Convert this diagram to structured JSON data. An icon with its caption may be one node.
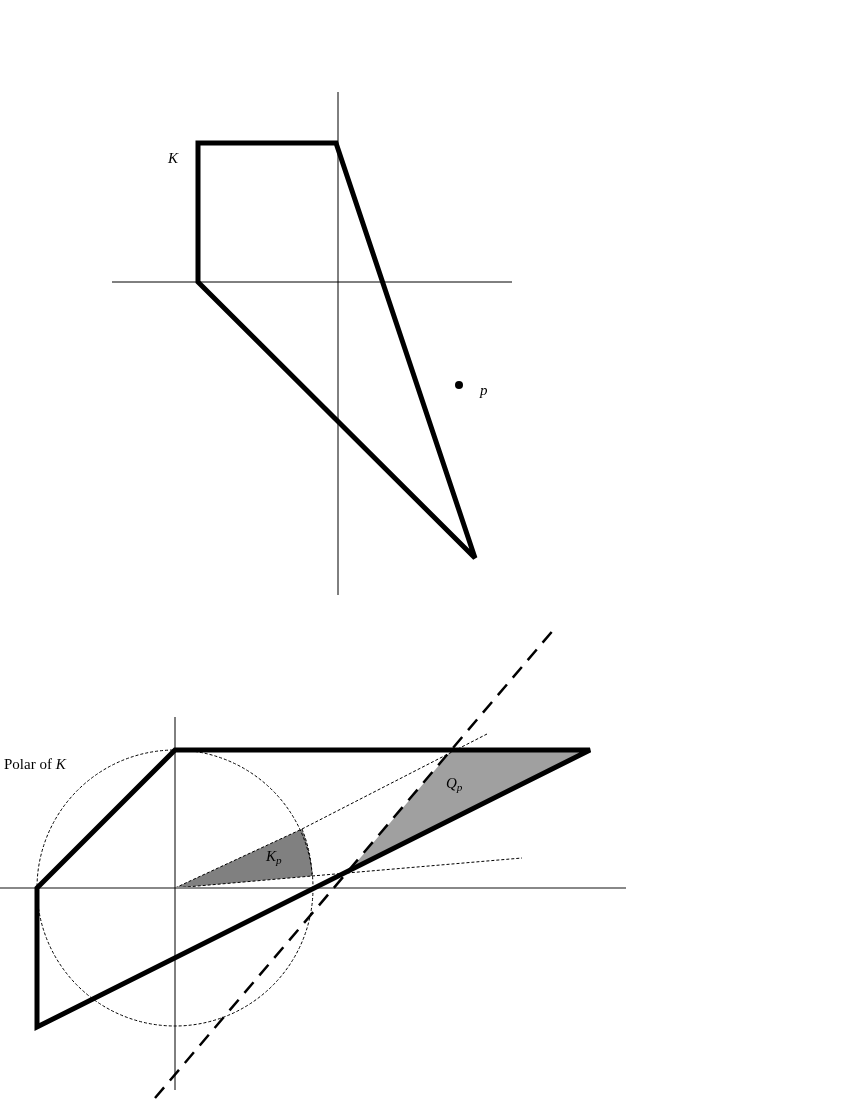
{
  "diagram": {
    "labels": [
      "K",
      "p",
      "Polar of *K*",
      "K$_{p}$",
      "Q$_{p}$"
    ]
  }
}
